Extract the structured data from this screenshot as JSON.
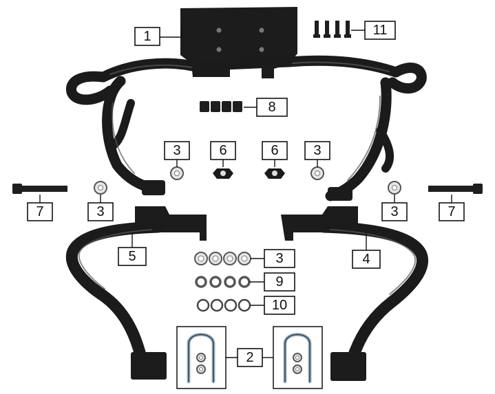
{
  "diagram": {
    "callouts": {
      "c1": "1",
      "c2": "2",
      "c3_left_upper": "3",
      "c3_right_upper": "3",
      "c3_left_mid": "3",
      "c3_right_mid": "3",
      "c3_stack": "3",
      "c4": "4",
      "c5": "5",
      "c6_left": "6",
      "c6_right": "6",
      "c7_left": "7",
      "c7_right": "7",
      "c8": "8",
      "c9": "9",
      "c10": "10",
      "c11": "11"
    },
    "colors": {
      "part": "#1b1b1b",
      "washer": "#e6e6e6",
      "ubolt": "#9fb5c6"
    }
  }
}
